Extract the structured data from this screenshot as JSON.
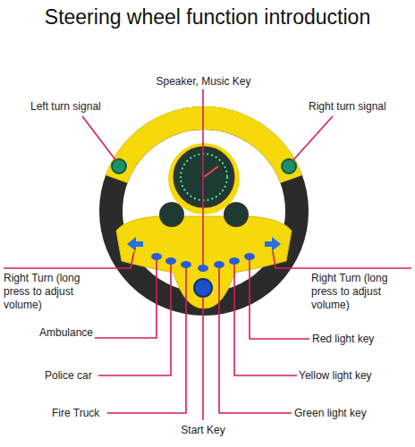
{
  "diagram": {
    "title": "Steering wheel function introduction",
    "labels": [
      "Speaker, Music Key",
      "Left turn signal",
      "Right turn signal",
      "Right Turn (long press to adjust volume)",
      "Right Turn (long press to adjust volume)",
      "Ambulance",
      "Red light key",
      "Police car",
      "Yellow light key",
      "Fire Truck",
      "Green light key",
      "Start Key"
    ]
  }
}
